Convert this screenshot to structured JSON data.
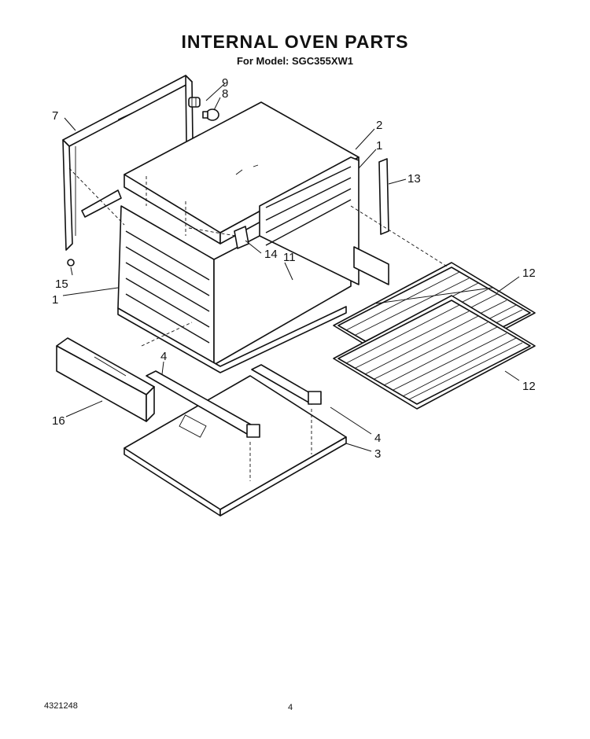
{
  "header": {
    "title": "INTERNAL OVEN PARTS",
    "subtitle": "For Model: SGC355XW1"
  },
  "callouts": {
    "c1a": "1",
    "c1b": "1",
    "c2": "2",
    "c3": "3",
    "c4a": "4",
    "c4b": "4",
    "c7": "7",
    "c8": "8",
    "c9": "9",
    "c11": "11",
    "c12a": "12",
    "c12b": "12",
    "c13": "13",
    "c14": "14",
    "c15": "15",
    "c16": "16"
  },
  "footer": {
    "document_number": "4321248",
    "page_number": "4"
  }
}
